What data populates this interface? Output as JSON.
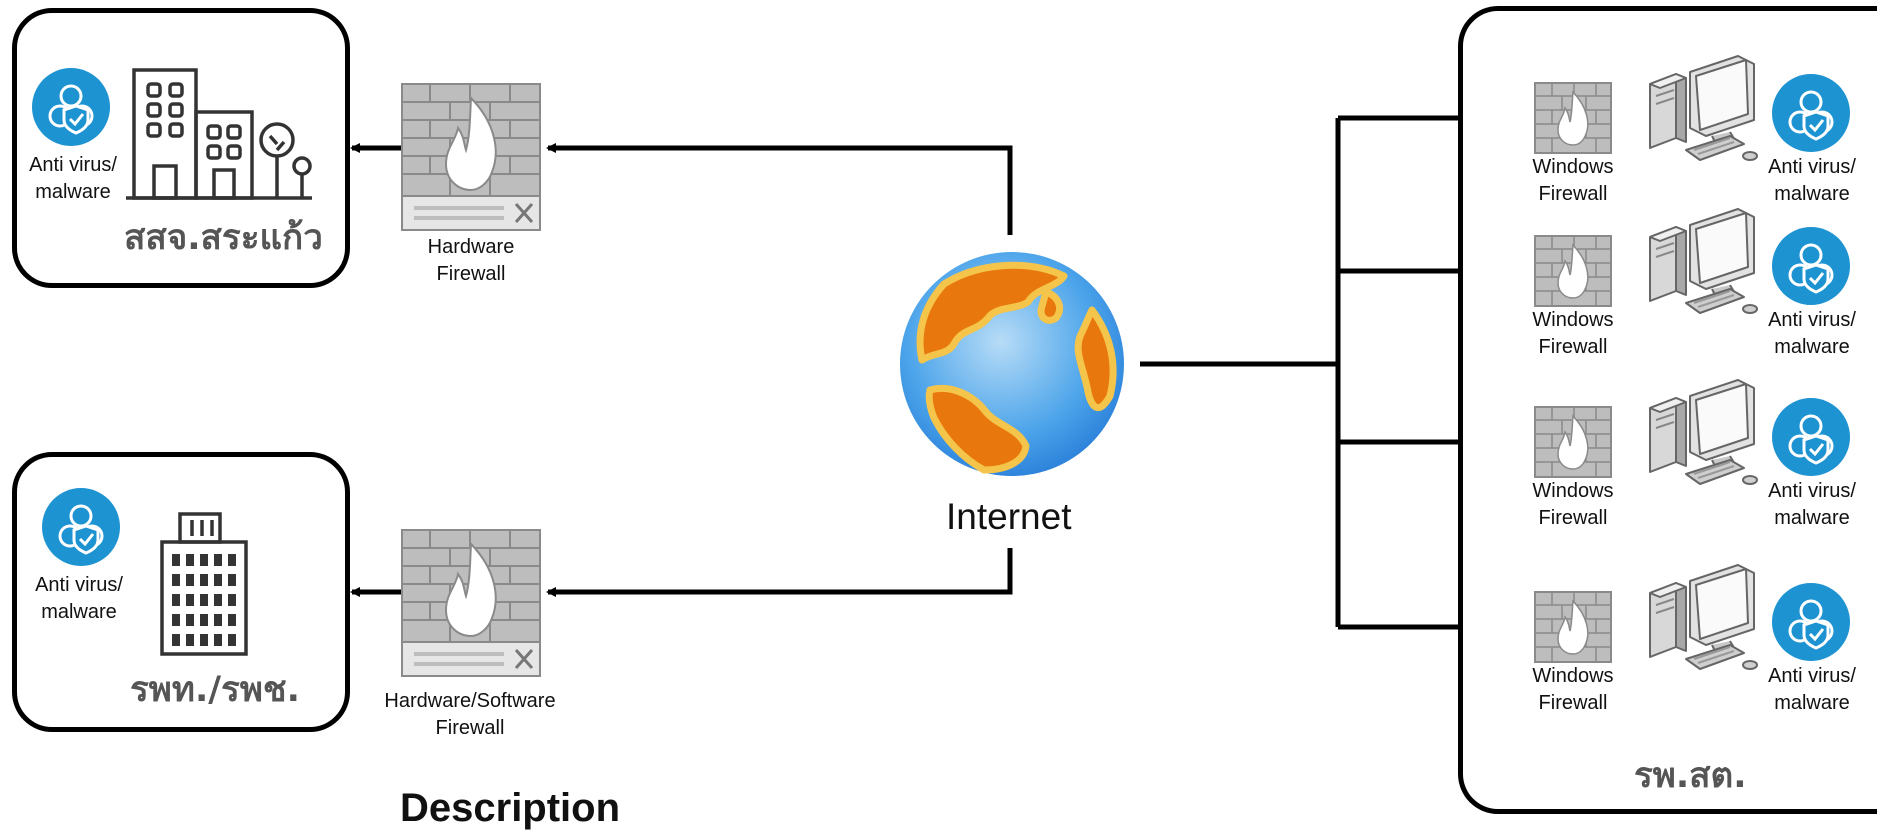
{
  "internet": {
    "label": "Internet"
  },
  "provincial_office": {
    "name": "สสจ.สระแก้ว",
    "antivirus_label_1": "Anti virus/",
    "antivirus_label_2": "malware",
    "firewall_label_1": "Hardware",
    "firewall_label_2": "Firewall"
  },
  "hospital": {
    "name": "รพท./รพช.",
    "antivirus_label_1": "Anti virus/",
    "antivirus_label_2": "malware",
    "firewall_label_1": "Hardware/Software",
    "firewall_label_2": "Firewall"
  },
  "health_promoting_hospital": {
    "name": "รพ.สต.",
    "rows": [
      {
        "firewall_1": "Windows",
        "firewall_2": "Firewall",
        "av_1": "Anti virus/",
        "av_2": "malware"
      },
      {
        "firewall_1": "Windows",
        "firewall_2": "Firewall",
        "av_1": "Anti virus/",
        "av_2": "malware"
      },
      {
        "firewall_1": "Windows",
        "firewall_2": "Firewall",
        "av_1": "Anti virus/",
        "av_2": "malware"
      },
      {
        "firewall_1": "Windows",
        "firewall_2": "Firewall",
        "av_1": "Anti virus/",
        "av_2": "malware"
      }
    ]
  },
  "section_heading": "Description"
}
